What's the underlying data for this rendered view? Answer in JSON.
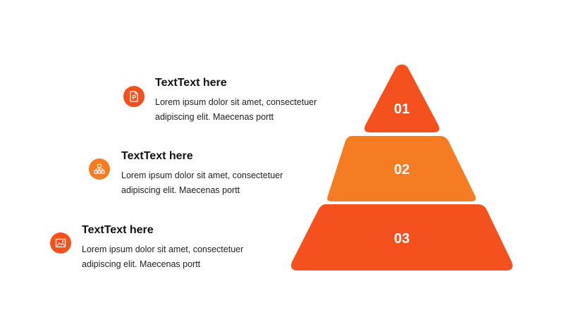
{
  "colors": {
    "tier1": "#f4511e",
    "tier2": "#f57c22",
    "tier3": "#f4511e",
    "icon1": "#f4511e",
    "icon2": "#f57c22",
    "icon3": "#f4511e"
  },
  "items": [
    {
      "title": "TextText here",
      "body_line1": "Lorem ipsum dolor sit amet, consectetuer",
      "body_line2": "adipiscing elit. Maecenas portt",
      "icon": "powerpoint-file-icon"
    },
    {
      "title": "TextText here",
      "body_line1": "Lorem ipsum dolor sit amet, consectetuer",
      "body_line2": "adipiscing elit. Maecenas portt",
      "icon": "org-chart-icon"
    },
    {
      "title": "TextText here",
      "body_line1": "Lorem ipsum dolor sit amet, consectetuer",
      "body_line2": "adipiscing elit. Maecenas portt",
      "icon": "image-icon"
    }
  ],
  "pyramid": {
    "tiers": [
      {
        "label": "01"
      },
      {
        "label": "02"
      },
      {
        "label": "03"
      }
    ]
  }
}
